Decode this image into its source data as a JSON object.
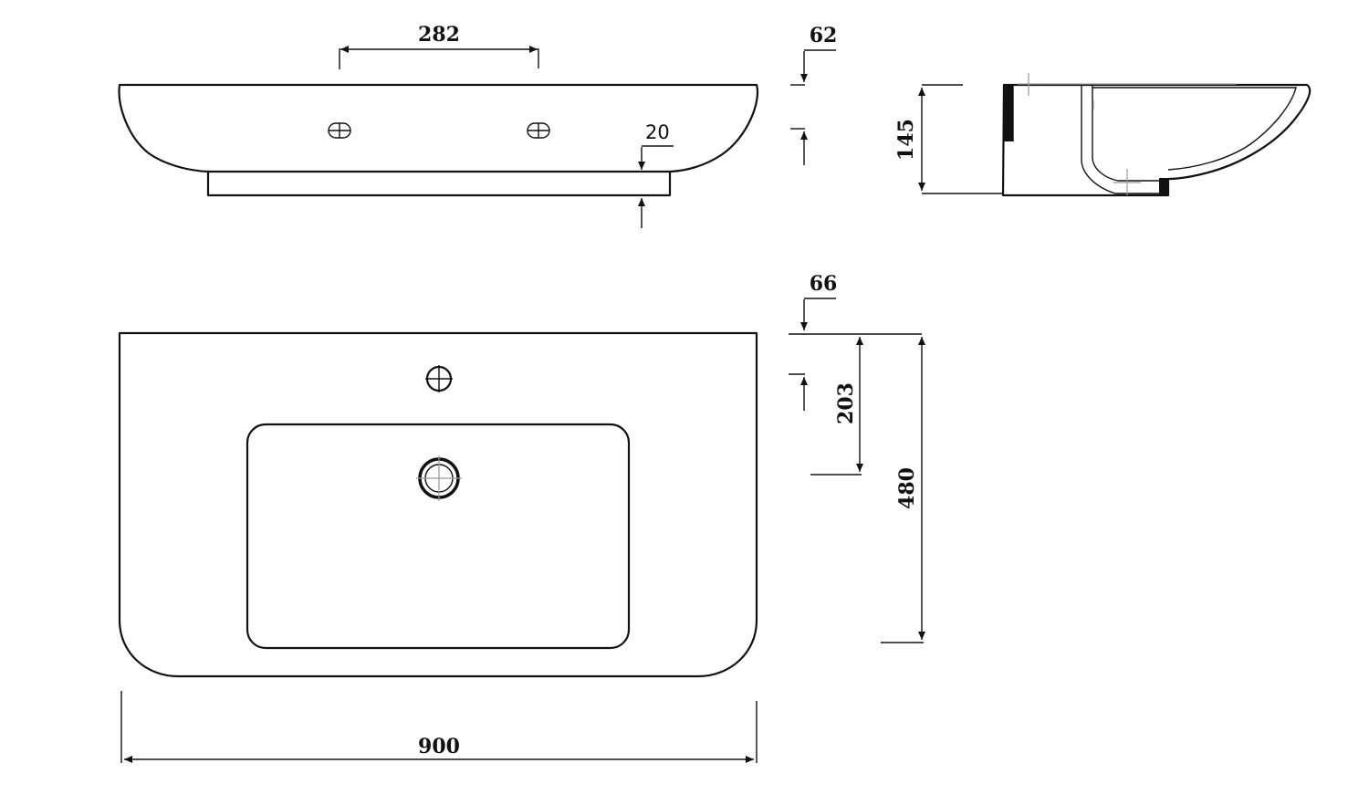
{
  "dimensions": {
    "width_total": "900",
    "tap_hole_spacing": "282",
    "rim_height": "20",
    "back_to_front_hole": "62",
    "depth_total": "480",
    "tap_hole_offset": "66",
    "waste_offset": "203",
    "side_height": "145"
  },
  "colors": {
    "line": "#111111",
    "background": "#ffffff"
  }
}
